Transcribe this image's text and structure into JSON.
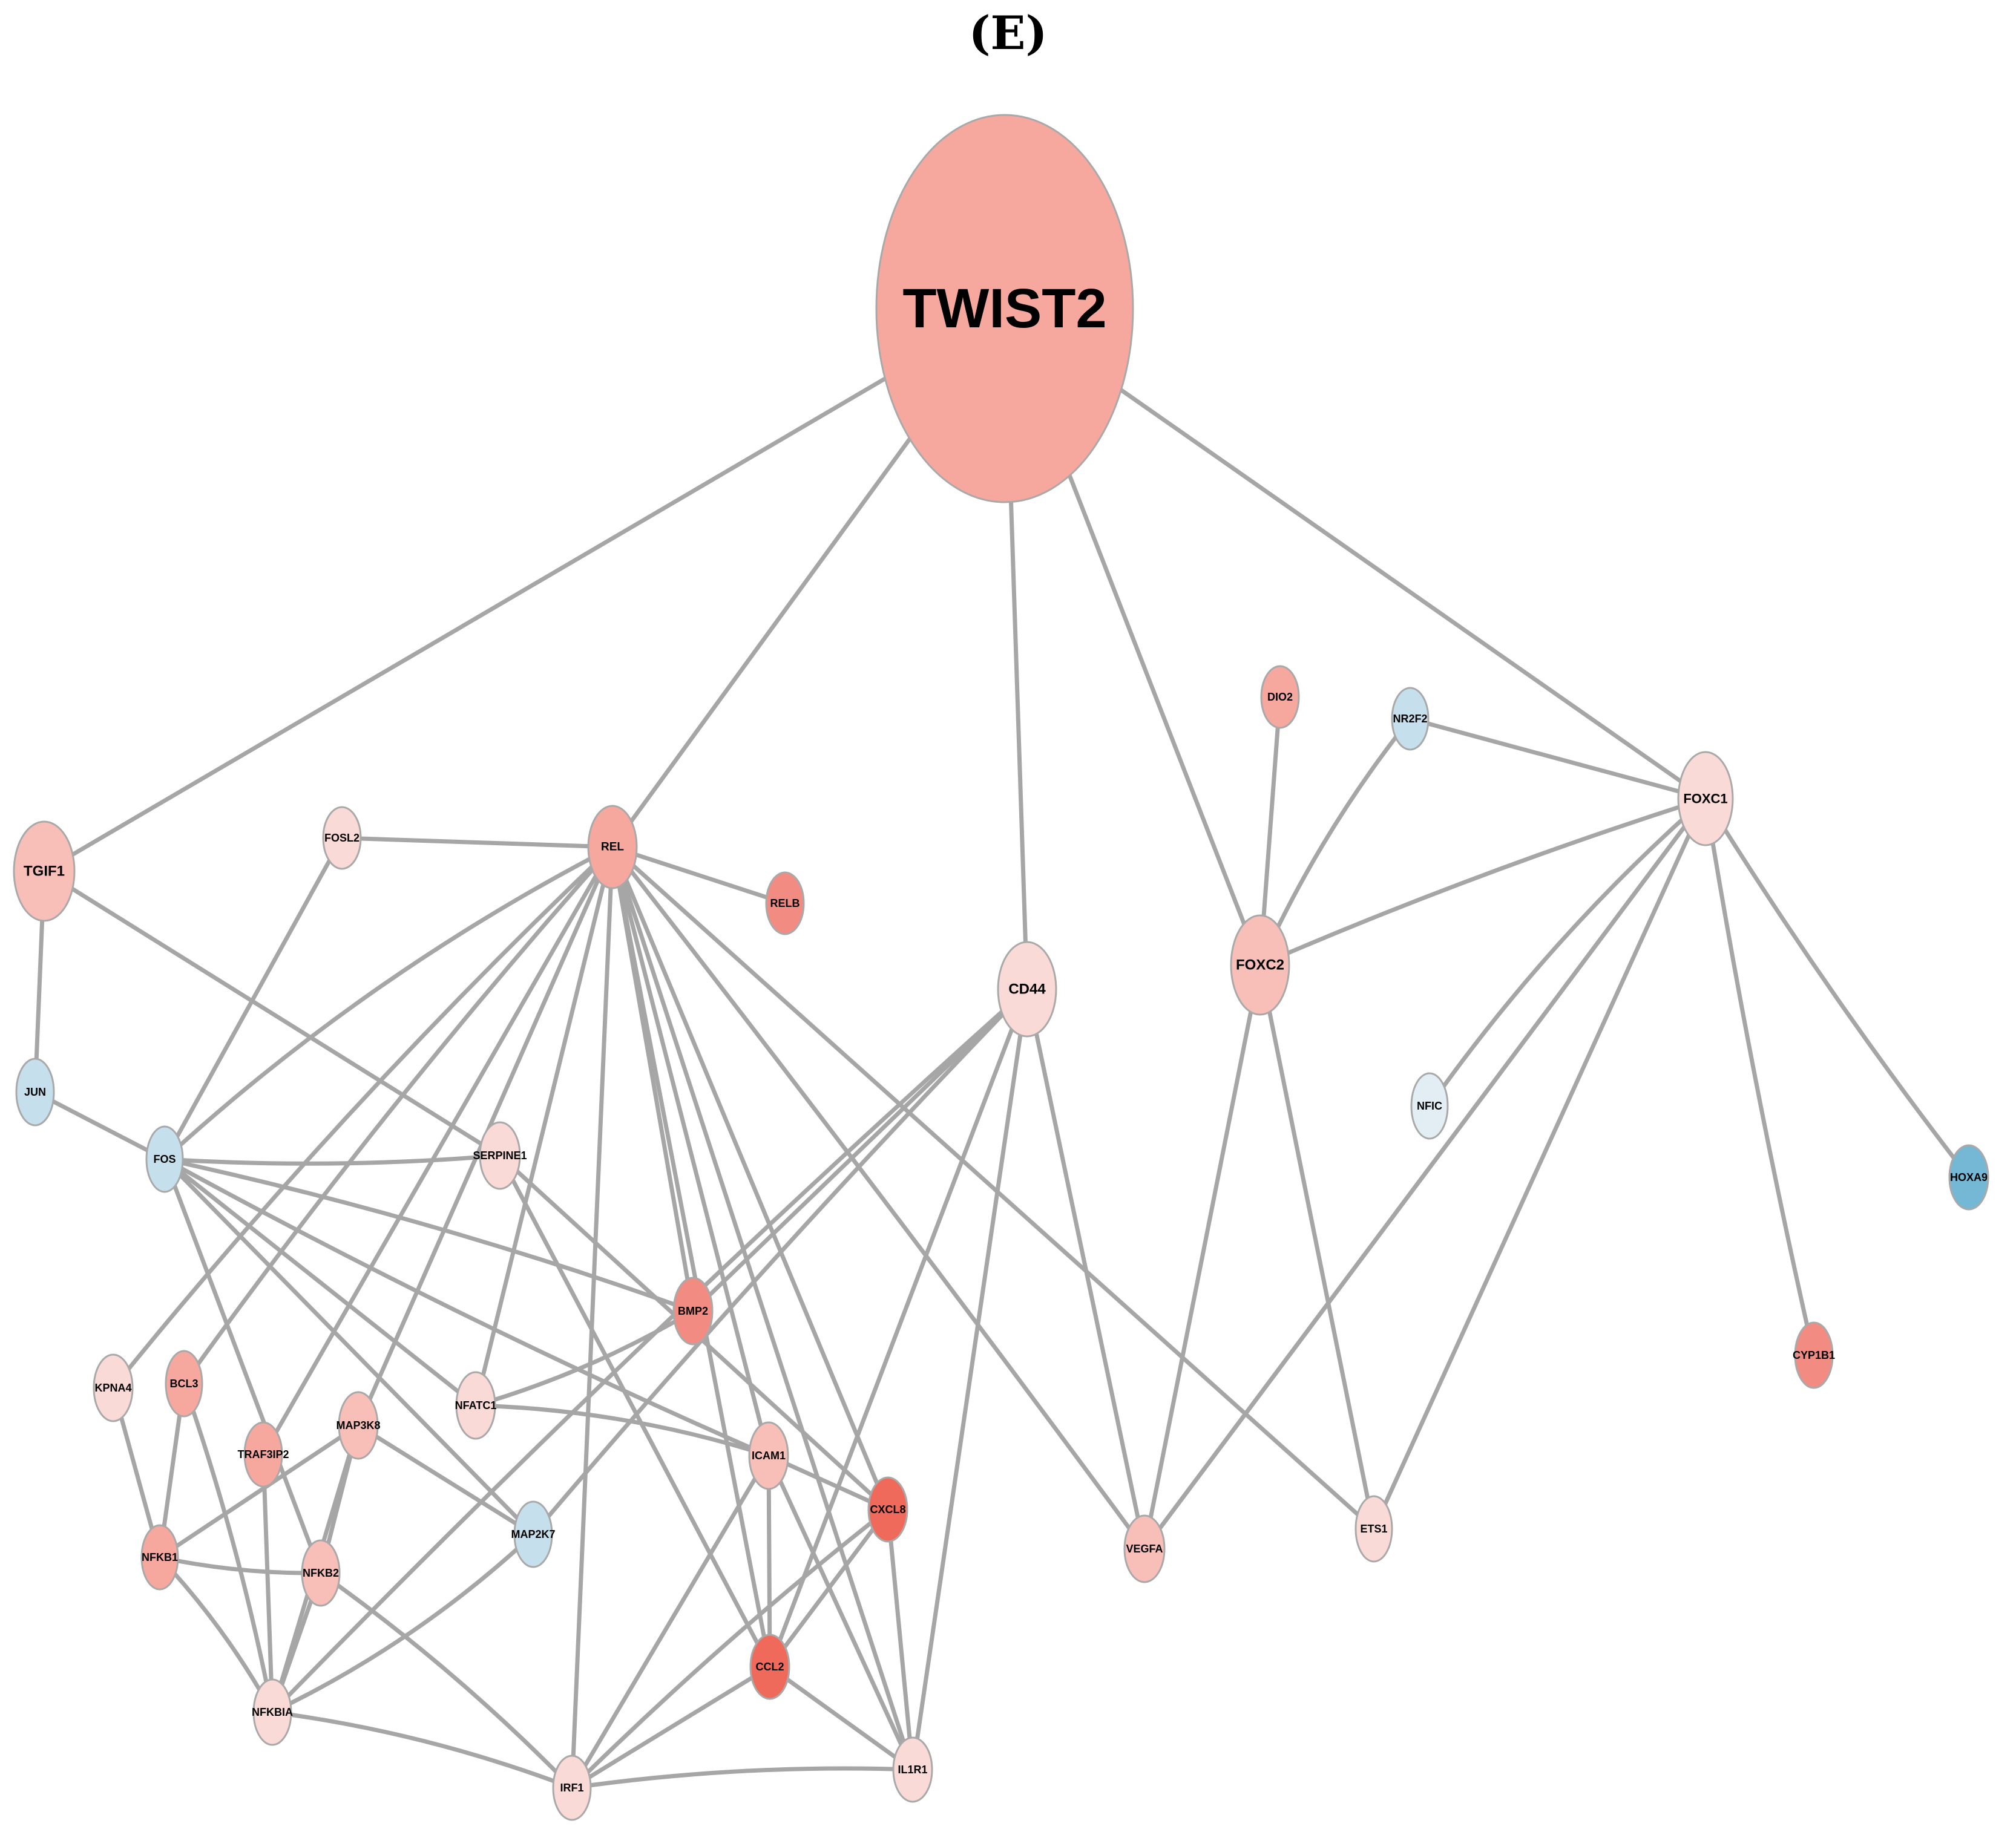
{
  "panel_label": "(E)",
  "colors": {
    "edge": "#a6a6a6",
    "node_border": "#a9a9a9",
    "strong_red": "#ef6a5a",
    "medium_red": "#f28b82",
    "salmon": "#f6a89e",
    "light_red": "#f8bfb9",
    "pale_pink": "#fadad6",
    "light_blue": "#c6dfec",
    "pale_blue": "#e3eef4",
    "blue": "#74b8d6"
  },
  "nodes": [
    {
      "id": "TWIST2",
      "label": "TWIST2",
      "color": "#f6a89e"
    },
    {
      "id": "TGIF1",
      "label": "TGIF1",
      "color": "#f8bfb9"
    },
    {
      "id": "FOSL2",
      "label": "FOSL2",
      "color": "#fadad6"
    },
    {
      "id": "REL",
      "label": "REL",
      "color": "#f6a89e"
    },
    {
      "id": "RELB",
      "label": "RELB",
      "color": "#f28b82"
    },
    {
      "id": "CD44",
      "label": "CD44",
      "color": "#fadad6"
    },
    {
      "id": "DIO2",
      "label": "DIO2",
      "color": "#f6a89e"
    },
    {
      "id": "NR2F2",
      "label": "NR2F2",
      "color": "#c6dfec"
    },
    {
      "id": "FOXC1",
      "label": "FOXC1",
      "color": "#fadad6"
    },
    {
      "id": "FOXC2",
      "label": "FOXC2",
      "color": "#f8bfb9"
    },
    {
      "id": "JUN",
      "label": "JUN",
      "color": "#c6dfec"
    },
    {
      "id": "FOS",
      "label": "FOS",
      "color": "#c6dfec"
    },
    {
      "id": "SERPINE1",
      "label": "SERPINE1",
      "color": "#fadad6"
    },
    {
      "id": "NFIC",
      "label": "NFIC",
      "color": "#e3eef4"
    },
    {
      "id": "HOXA9",
      "label": "HOXA9",
      "color": "#74b8d6"
    },
    {
      "id": "BMP2",
      "label": "BMP2",
      "color": "#f28b82"
    },
    {
      "id": "CYP1B1",
      "label": "CYP1B1",
      "color": "#f28b82"
    },
    {
      "id": "KPNA4",
      "label": "KPNA4",
      "color": "#fadad6"
    },
    {
      "id": "BCL3",
      "label": "BCL3",
      "color": "#f6a89e"
    },
    {
      "id": "NFATC1",
      "label": "NFATC1",
      "color": "#fadad6"
    },
    {
      "id": "TRAF3IP2",
      "label": "TRAF3IP2",
      "color": "#f6a89e"
    },
    {
      "id": "MAP3K8",
      "label": "MAP3K8",
      "color": "#f8bfb9"
    },
    {
      "id": "ICAM1",
      "label": "ICAM1",
      "color": "#f8bfb9"
    },
    {
      "id": "CXCL8",
      "label": "CXCL8",
      "color": "#ef6a5a"
    },
    {
      "id": "VEGFA",
      "label": "VEGFA",
      "color": "#f8bfb9"
    },
    {
      "id": "ETS1",
      "label": "ETS1",
      "color": "#fadad6"
    },
    {
      "id": "NFKB1",
      "label": "NFKB1",
      "color": "#f6a89e"
    },
    {
      "id": "NFKB2",
      "label": "NFKB2",
      "color": "#f8bfb9"
    },
    {
      "id": "MAP2K7",
      "label": "MAP2K7",
      "color": "#c6dfec"
    },
    {
      "id": "CCL2",
      "label": "CCL2",
      "color": "#ef6a5a"
    },
    {
      "id": "NFKBIA",
      "label": "NFKBIA",
      "color": "#fadad6"
    },
    {
      "id": "IRF1",
      "label": "IRF1",
      "color": "#fadad6"
    },
    {
      "id": "IL1R1",
      "label": "IL1R1",
      "color": "#fadad6"
    }
  ],
  "edges": [
    [
      "TWIST2",
      "TGIF1"
    ],
    [
      "TWIST2",
      "REL"
    ],
    [
      "TWIST2",
      "CD44"
    ],
    [
      "TWIST2",
      "FOXC2"
    ],
    [
      "TWIST2",
      "FOXC1"
    ],
    [
      "TGIF1",
      "JUN"
    ],
    [
      "TGIF1",
      "SERPINE1"
    ],
    [
      "JUN",
      "FOS"
    ],
    [
      "FOSL2",
      "REL"
    ],
    [
      "FOSL2",
      "FOS"
    ],
    [
      "REL",
      "RELB"
    ],
    [
      "REL",
      "FOS"
    ],
    [
      "REL",
      "KPNA4"
    ],
    [
      "REL",
      "BCL3"
    ],
    [
      "REL",
      "TRAF3IP2"
    ],
    [
      "REL",
      "MAP3K8"
    ],
    [
      "REL",
      "NFATC1"
    ],
    [
      "REL",
      "BMP2"
    ],
    [
      "REL",
      "ICAM1"
    ],
    [
      "REL",
      "CXCL8"
    ],
    [
      "REL",
      "CCL2"
    ],
    [
      "REL",
      "IL1R1"
    ],
    [
      "REL",
      "IRF1"
    ],
    [
      "REL",
      "VEGFA"
    ],
    [
      "REL",
      "ETS1"
    ],
    [
      "FOS",
      "SERPINE1"
    ],
    [
      "FOS",
      "BMP2"
    ],
    [
      "FOS",
      "NFATC1"
    ],
    [
      "FOS",
      "MAP2K7"
    ],
    [
      "FOS",
      "NFKB2"
    ],
    [
      "FOS",
      "ICAM1"
    ],
    [
      "SERPINE1",
      "CCL2"
    ],
    [
      "SERPINE1",
      "CXCL8"
    ],
    [
      "CD44",
      "BMP2"
    ],
    [
      "CD44",
      "NFKBIA"
    ],
    [
      "CD44",
      "MAP2K7"
    ],
    [
      "CD44",
      "VEGFA"
    ],
    [
      "CD44",
      "IL1R1"
    ],
    [
      "CD44",
      "CCL2"
    ],
    [
      "DIO2",
      "FOXC2"
    ],
    [
      "NR2F2",
      "FOXC2"
    ],
    [
      "NR2F2",
      "FOXC1"
    ],
    [
      "FOXC1",
      "FOXC2"
    ],
    [
      "FOXC1",
      "NFIC"
    ],
    [
      "FOXC1",
      "HOXA9"
    ],
    [
      "FOXC1",
      "CYP1B1"
    ],
    [
      "FOXC1",
      "VEGFA"
    ],
    [
      "FOXC1",
      "ETS1"
    ],
    [
      "FOXC1",
      "VEGFA"
    ],
    [
      "FOXC2",
      "VEGFA"
    ],
    [
      "FOXC2",
      "ETS1"
    ],
    [
      "BMP2",
      "NFATC1"
    ],
    [
      "NFATC1",
      "ICAM1"
    ],
    [
      "ICAM1",
      "CXCL8"
    ],
    [
      "ICAM1",
      "CCL2"
    ],
    [
      "ICAM1",
      "IRF1"
    ],
    [
      "ICAM1",
      "IL1R1"
    ],
    [
      "CXCL8",
      "CCL2"
    ],
    [
      "CXCL8",
      "IRF1"
    ],
    [
      "CXCL8",
      "IL1R1"
    ],
    [
      "CCL2",
      "IRF1"
    ],
    [
      "CCL2",
      "IL1R1"
    ],
    [
      "IRF1",
      "IL1R1"
    ],
    [
      "KPNA4",
      "NFKB1"
    ],
    [
      "BCL3",
      "NFKB1"
    ],
    [
      "BCL3",
      "NFKBIA"
    ],
    [
      "TRAF3IP2",
      "NFKBIA"
    ],
    [
      "MAP3K8",
      "NFKB1"
    ],
    [
      "MAP3K8",
      "NFKB2"
    ],
    [
      "MAP3K8",
      "NFKBIA"
    ],
    [
      "MAP3K8",
      "MAP2K7"
    ],
    [
      "NFKB1",
      "NFKB2"
    ],
    [
      "NFKB1",
      "NFKBIA"
    ],
    [
      "NFKB2",
      "NFKBIA"
    ],
    [
      "NFKB2",
      "IRF1"
    ],
    [
      "MAP2K7",
      "NFKBIA"
    ],
    [
      "NFKBIA",
      "IRF1"
    ]
  ]
}
